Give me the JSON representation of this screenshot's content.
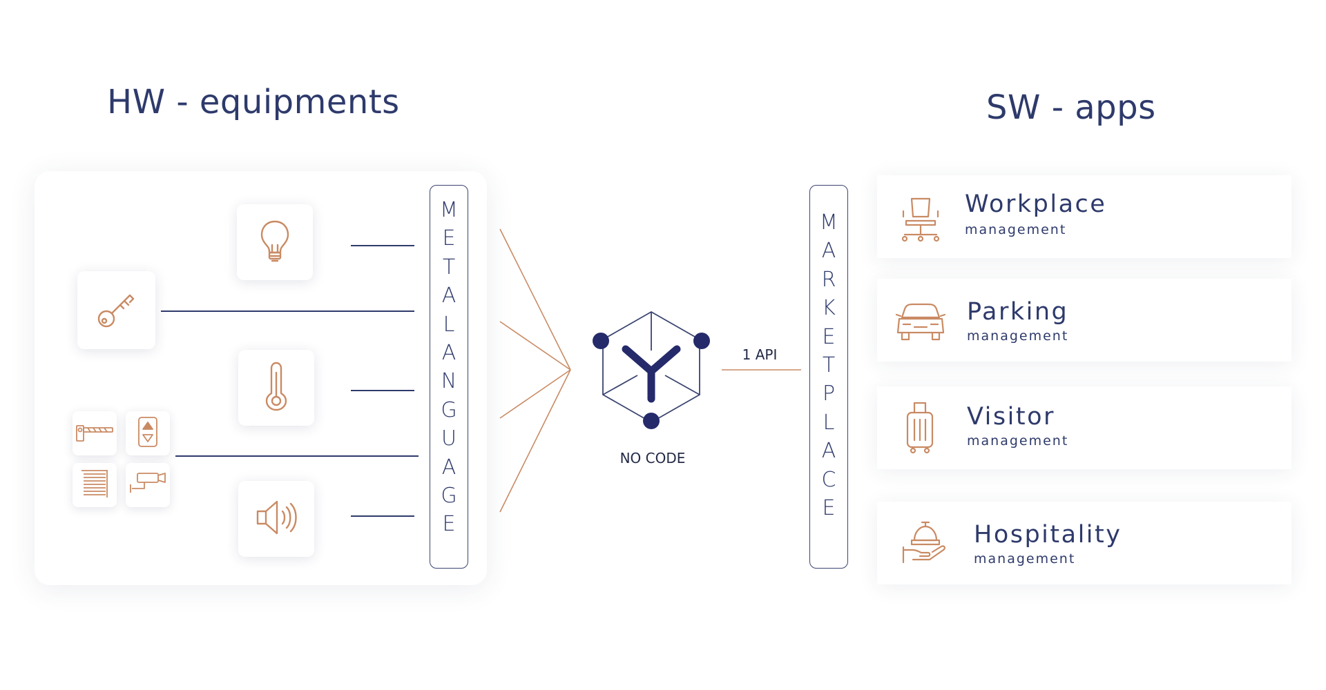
{
  "hw": {
    "title": "HW - equipments",
    "icons": [
      "lightbulb-icon",
      "key-icon",
      "thermometer-icon",
      "barrier-gate-icon",
      "elevator-icon",
      "window-blind-icon",
      "security-camera-icon",
      "speaker-icon"
    ]
  },
  "metalanguage": {
    "letters": [
      "M",
      "E",
      "T",
      "A",
      "L",
      "A",
      "N",
      "G",
      "U",
      "A",
      "G",
      "E"
    ]
  },
  "core": {
    "label": "NO CODE",
    "api_label": "1 API"
  },
  "marketplace": {
    "letters": [
      "M",
      "A",
      "R",
      "K",
      "E",
      "T",
      "P",
      "L",
      "A",
      "C",
      "E"
    ]
  },
  "sw": {
    "title": "SW - apps",
    "apps": [
      {
        "title": "Workplace",
        "subtitle": "management",
        "icon": "office-chair-icon"
      },
      {
        "title": "Parking",
        "subtitle": "management",
        "icon": "car-icon"
      },
      {
        "title": "Visitor",
        "subtitle": "management",
        "icon": "suitcase-icon"
      },
      {
        "title": "Hospitality",
        "subtitle": "management",
        "icon": "service-bell-icon"
      }
    ]
  },
  "colors": {
    "navy": "#2e3a6b",
    "copper": "#c98a63"
  }
}
